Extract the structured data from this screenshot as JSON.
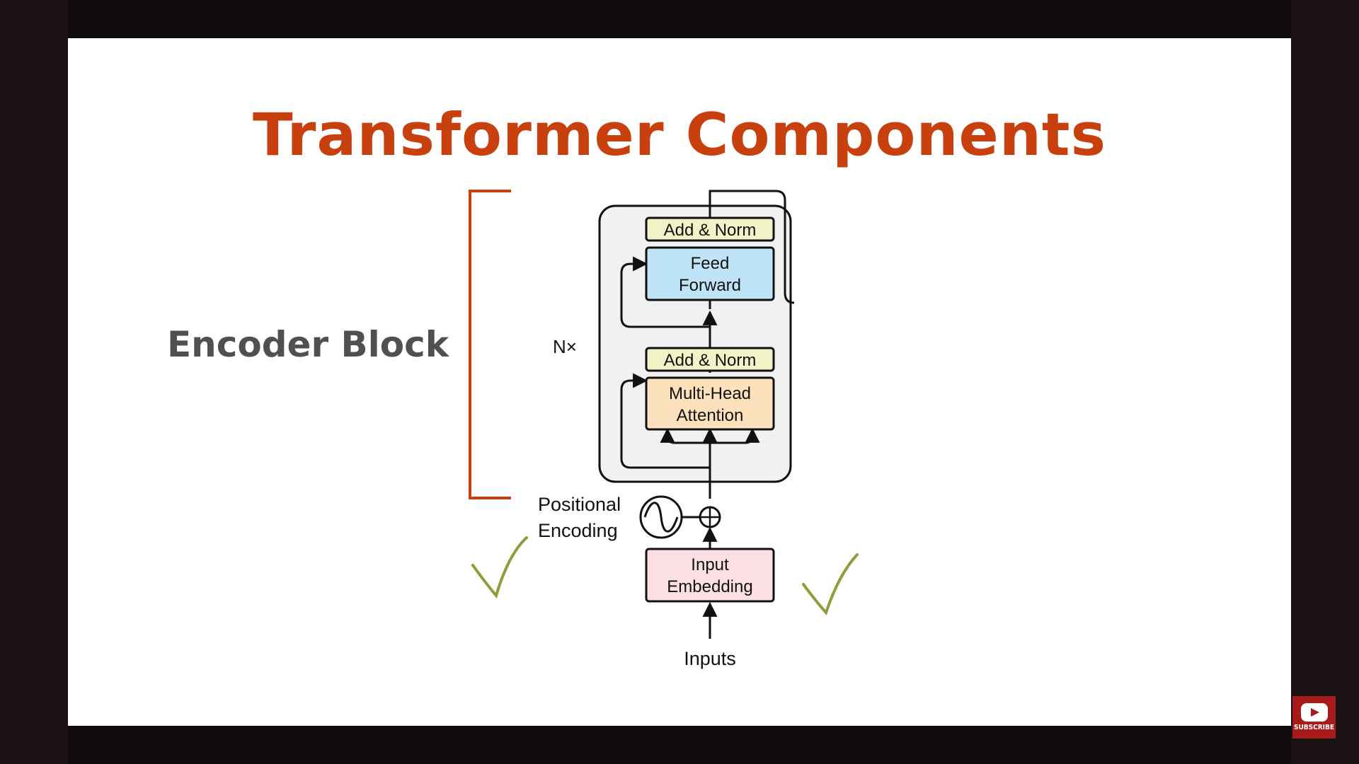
{
  "slide": {
    "title": "Transformer Components",
    "encoder_label": "Encoder Block",
    "accent_color": "#c9400f"
  },
  "diagram": {
    "repeat_label": "N×",
    "add_norm_top": "Add & Norm",
    "feed_forward": [
      "Feed",
      "Forward"
    ],
    "add_norm_bottom": "Add & Norm",
    "multi_head_attention": [
      "Multi-Head",
      "Attention"
    ],
    "positional_encoding": [
      "Positional",
      "Encoding"
    ],
    "input_embedding": [
      "Input",
      "Embedding"
    ],
    "inputs": "Inputs",
    "colors": {
      "add_norm": "#f2f3c6",
      "feed_forward": "#bfe4f7",
      "attention": "#fde1bd",
      "embedding": "#fbdfe2",
      "checkmark": "#8aa038"
    }
  },
  "overlay": {
    "subscribe_label": "SUBSCRIBE",
    "icon": "youtube-play-icon"
  }
}
